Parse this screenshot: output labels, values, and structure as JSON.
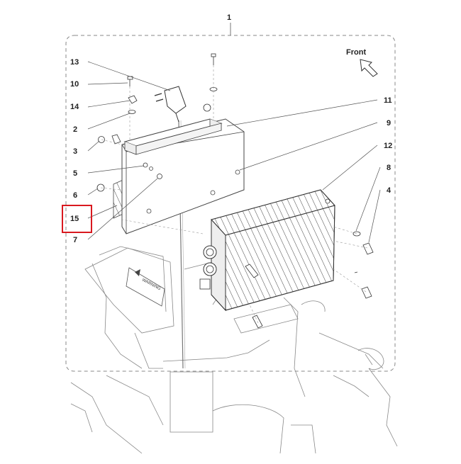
{
  "diagram": {
    "front_label": "Front",
    "highlight_color": "#d9191f",
    "highlighted_callout": "15",
    "callouts": [
      {
        "id": "c1",
        "text": "1"
      },
      {
        "id": "c13",
        "text": "13"
      },
      {
        "id": "c10",
        "text": "10"
      },
      {
        "id": "c14",
        "text": "14"
      },
      {
        "id": "c2",
        "text": "2"
      },
      {
        "id": "c3",
        "text": "3"
      },
      {
        "id": "c5",
        "text": "5"
      },
      {
        "id": "c6",
        "text": "6"
      },
      {
        "id": "c15",
        "text": "15"
      },
      {
        "id": "c7",
        "text": "7"
      },
      {
        "id": "c11",
        "text": "11"
      },
      {
        "id": "c9",
        "text": "9"
      },
      {
        "id": "c12",
        "text": "12"
      },
      {
        "id": "c8",
        "text": "8"
      },
      {
        "id": "c4",
        "text": "4"
      }
    ],
    "decal_text": "WARNING"
  }
}
